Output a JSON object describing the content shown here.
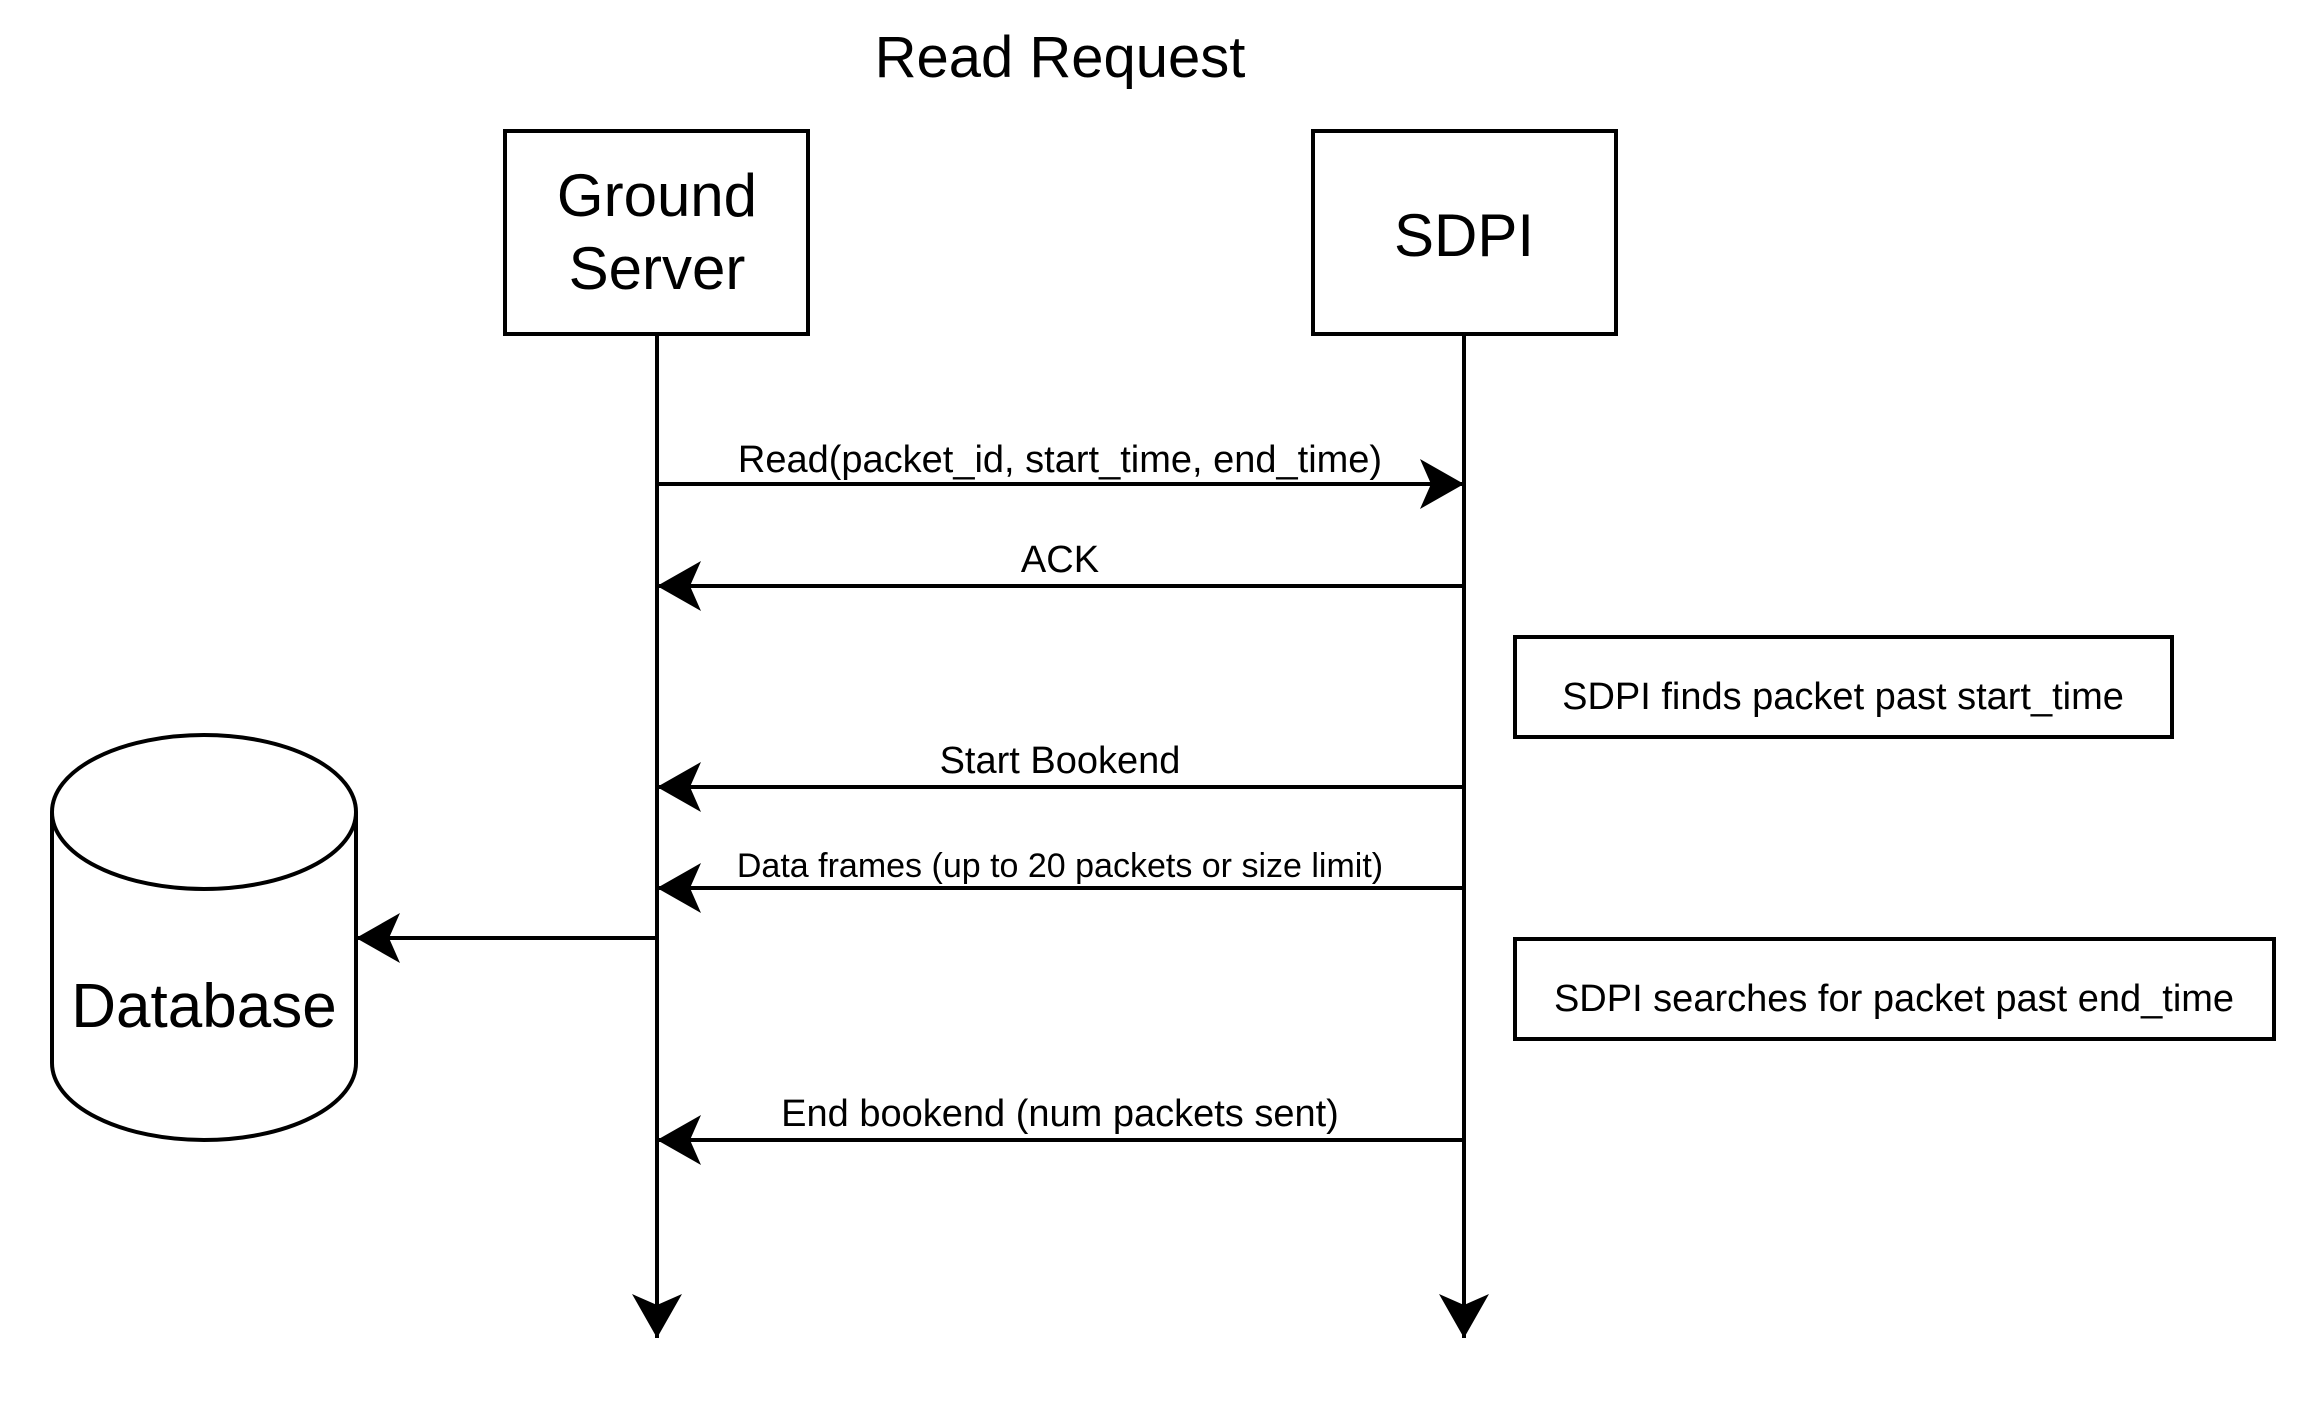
{
  "title": "Read Request",
  "actors": {
    "ground_server": {
      "line1": "Ground",
      "line2": "Server"
    },
    "sdpi": {
      "label": "SDPI"
    }
  },
  "database": {
    "label": "Database"
  },
  "messages": [
    {
      "label": "Read(packet_id, start_time, end_time)",
      "direction": "ground-to-sdpi"
    },
    {
      "label": "ACK",
      "direction": "sdpi-to-ground"
    },
    {
      "label": "Start Bookend",
      "direction": "sdpi-to-ground"
    },
    {
      "label": "Data frames (up to 20 packets or size limit)",
      "direction": "sdpi-to-ground"
    },
    {
      "label": "End bookend (num packets sent)",
      "direction": "sdpi-to-ground"
    }
  ],
  "db_message": {
    "direction": "ground-to-database"
  },
  "notes": [
    {
      "label": "SDPI finds packet past start_time"
    },
    {
      "label": "SDPI searches for packet past end_time"
    }
  ]
}
